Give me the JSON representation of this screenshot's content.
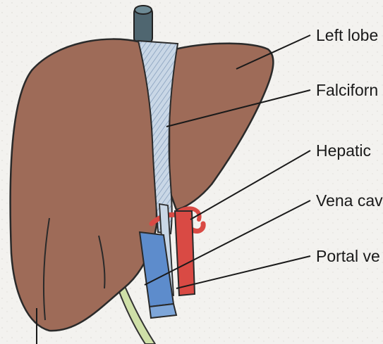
{
  "labels": {
    "left_lobe": "Left lobe",
    "falciform": "Falciforn",
    "hepatic": "Hepatic",
    "vena_cava": "Vena cav",
    "portal_vein": "Portal ve"
  },
  "colors": {
    "liver": "#9e6b58",
    "liver_shadow": "#8a5a48",
    "ligament": "#c9d7e6",
    "vena_cava": "#d94a44",
    "portal_vein": "#5d8ccc",
    "gallbladder": "#6ea84e",
    "round_ligament": "#cfe0a8",
    "ivc_top": "#4f6670",
    "background": "#f3f2ef"
  }
}
